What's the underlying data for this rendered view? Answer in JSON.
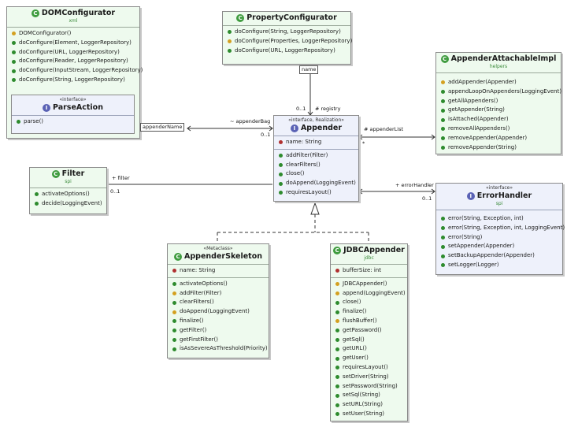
{
  "classes": {
    "dom": {
      "title": "DOMConfigurator",
      "pkg": "xml",
      "ops": [
        "DOMConfigurator()",
        "doConfigure(Element, LoggerRepository)",
        "doConfigure(URL, LoggerRepository)",
        "doConfigure(Reader, LoggerRepository)",
        "doConfigure(InputStream, LoggerRepository)",
        "doConfigure(String, LoggerRepository)"
      ]
    },
    "parse": {
      "stereo": "«interface»",
      "title": "ParseAction",
      "ops": [
        "parse()"
      ]
    },
    "prop": {
      "title": "PropertyConfigurator",
      "ops": [
        "doConfigure(String, LoggerRepository)",
        "doConfigure(Properties, LoggerRepository)",
        "doConfigure(URL, LoggerRepository)"
      ]
    },
    "aai": {
      "title": "AppenderAttachableImpl",
      "pkg": "helpers",
      "ops": [
        "addAppender(Appender)",
        "appendLoopOnAppenders(LoggingEvent)",
        "getAllAppenders()",
        "getAppender(String)",
        "isAttached(Appender)",
        "removeAllAppenders()",
        "removeAppender(Appender)",
        "removeAppender(String)"
      ]
    },
    "appender": {
      "stereo": "«interface, Realization»",
      "title": "Appender",
      "attrs": [
        "name: String"
      ],
      "ops": [
        "addFilter(Filter)",
        "clearFilters()",
        "close()",
        "doAppend(LoggingEvent)",
        "requiresLayout()"
      ]
    },
    "filter": {
      "title": "Filter",
      "pkg": "spi",
      "ops": [
        "activateOptions()",
        "decide(LoggingEvent)"
      ]
    },
    "err": {
      "stereo": "«interface»",
      "title": "ErrorHandler",
      "pkg": "spi",
      "ops": [
        "error(String, Exception, int)",
        "error(String, Exception, int, LoggingEvent)",
        "error(String)",
        "setAppender(Appender)",
        "setBackupAppender(Appender)",
        "setLogger(Logger)"
      ]
    },
    "skel": {
      "stereo": "«Metaclass»",
      "title": "AppenderSkeleton",
      "attrs": [
        "name: String"
      ],
      "ops": [
        "activateOptions()",
        "addFilter(Filter)",
        "clearFilters()",
        "doAppend(LoggingEvent)",
        "finalize()",
        "getFilter()",
        "getFirstFilter()",
        "isAsSevereAsThreshold(Priority)"
      ]
    },
    "jdbc": {
      "title": "JDBCAppender",
      "pkg": "jdbc",
      "attrs": [
        "bufferSize: int"
      ],
      "ops": [
        "JDBCAppender()",
        "append(LoggingEvent)",
        "close()",
        "finalize()",
        "flushBuffer()",
        "getPassword()",
        "getSql()",
        "getURL()",
        "getUser()",
        "requiresLayout()",
        "setDriver(String)",
        "setPassword(String)",
        "setSql(String)",
        "setURL(String)",
        "setUser(String)"
      ]
    }
  },
  "labels": {
    "name": "name",
    "appenderName": "appenderName",
    "registry": "# registry",
    "reg_mult_top": "0..1",
    "appenderBag": "~ appenderBag",
    "bag_mult": "0..1",
    "appenderList": "# appenderList",
    "list_mult": "*",
    "filter": "+ filter",
    "filter_mult": "0..1",
    "errorHandler": "+ errorHandler",
    "err_mult": "0..1"
  }
}
